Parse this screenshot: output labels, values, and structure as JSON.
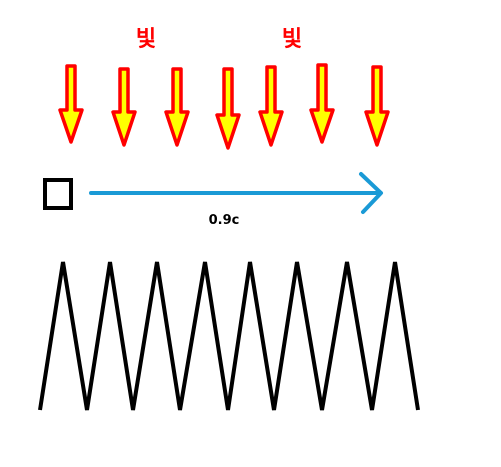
{
  "labels": {
    "light_left": "빛",
    "light_right": "빛",
    "speed": "0.9c"
  },
  "colors": {
    "arrow_outline": "#ff0000",
    "arrow_fill": "#ffff00",
    "label_text": "#ff0000",
    "motion_arrow": "#1a9ad6",
    "speed_text": "#000000",
    "box": "#000000",
    "zigzag": "#000000"
  },
  "light_arrow_count": 7,
  "zigzag_peak_count": 8
}
